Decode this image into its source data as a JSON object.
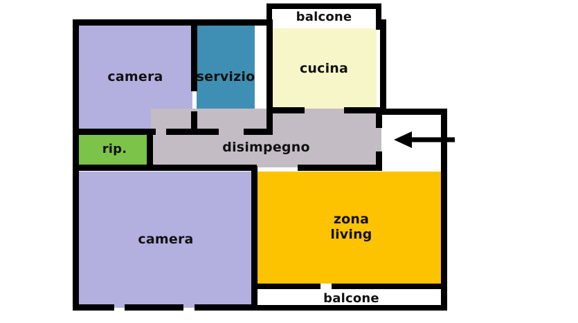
{
  "plan": {
    "title": "planimetria-appartamento",
    "colors": {
      "camera": "#b3b0e0",
      "servizio": "#3f8fb5",
      "cucina": "#f7f6c8",
      "rip": "#7cc34a",
      "disimpegno": "#c3bcc4",
      "zona_living": "#fdc300",
      "balcone": "#ffffff",
      "wall": "#000000",
      "text": "#111111"
    },
    "rooms": [
      {
        "key": "balcone_top",
        "label": "balcone",
        "font_size": 18
      },
      {
        "key": "camera_top",
        "label": "camera",
        "font_size": 19
      },
      {
        "key": "servizio",
        "label": "servizio",
        "font_size": 19
      },
      {
        "key": "cucina",
        "label": "cucina",
        "font_size": 19
      },
      {
        "key": "rip",
        "label": "rip.",
        "font_size": 18
      },
      {
        "key": "disimpegno",
        "label": "disimpegno",
        "font_size": 19
      },
      {
        "key": "camera_bottom",
        "label": "camera",
        "font_size": 19
      },
      {
        "key": "zona_living",
        "label": "zona\nliving",
        "font_size": 19
      },
      {
        "key": "balcone_bottom",
        "label": "balcone",
        "font_size": 18
      }
    ],
    "entrance": {
      "name": "entrance-arrow",
      "direction": "left"
    }
  }
}
